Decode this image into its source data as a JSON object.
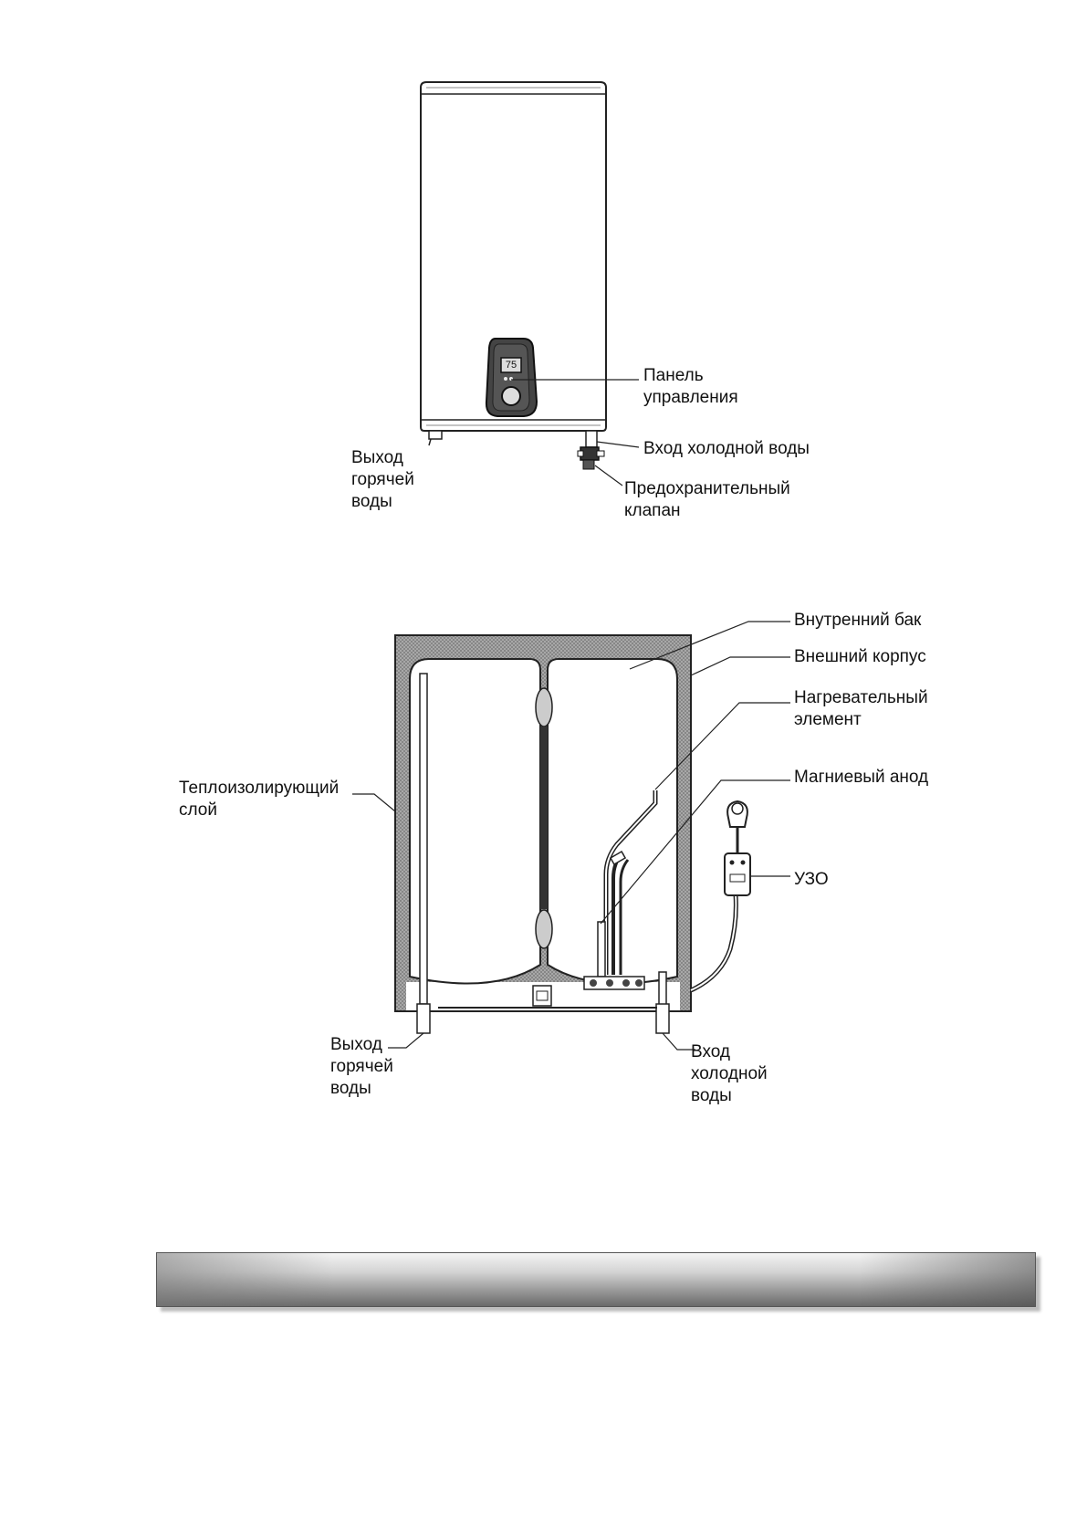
{
  "figure_top": {
    "display_value": "75",
    "labels": {
      "control_panel_line1": "Панель",
      "control_panel_line2": "управления",
      "cold_inlet": "Вход холодной воды",
      "hot_outlet_line1": "Выход",
      "hot_outlet_line2": "горячей",
      "hot_outlet_line3": "воды",
      "safety_valve_line1": "Предохранительный",
      "safety_valve_line2": "клапан"
    }
  },
  "figure_bottom": {
    "labels": {
      "inner_tank": "Внутренний бак",
      "outer_casing": "Внешний корпус",
      "heating_element_line1": "Нагревательный",
      "heating_element_line2": "элемент",
      "insulation_line1": "Теплоизолирующий",
      "insulation_line2": "слой",
      "magnesium_anode": "Магниевый анод",
      "rcd": "УЗО",
      "hot_outlet_line1": "Выход",
      "hot_outlet_line2": "горячей",
      "hot_outlet_line3": "воды",
      "cold_inlet_line1": "Вход",
      "cold_inlet_line2": "холодной",
      "cold_inlet_line3": "воды"
    }
  },
  "colors": {
    "line": "#222222",
    "insulation": "#8c8c8c",
    "banner_dark": "#6a6a6a",
    "banner_light": "#f4f4f4"
  }
}
